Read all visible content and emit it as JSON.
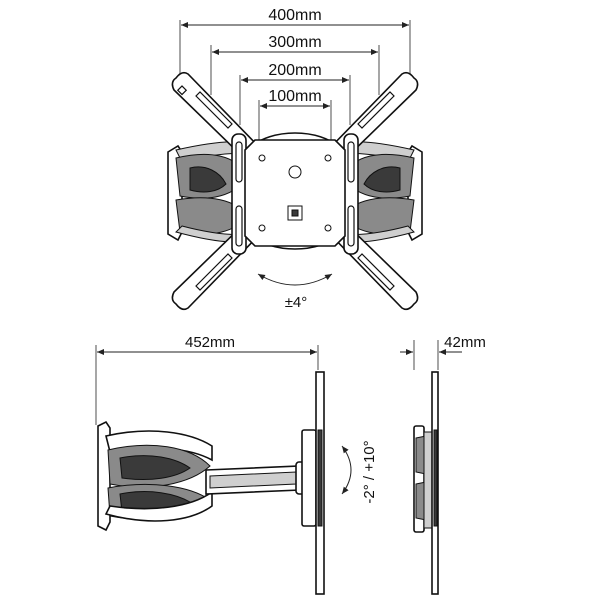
{
  "front_view": {
    "dim_400": "400mm",
    "dim_300": "300mm",
    "dim_200": "200mm",
    "dim_100": "100mm",
    "swivel": "±4°"
  },
  "side_view": {
    "depth": "452mm",
    "tilt": "-2° / +10°"
  },
  "profile_view": {
    "min_depth": "42mm"
  }
}
